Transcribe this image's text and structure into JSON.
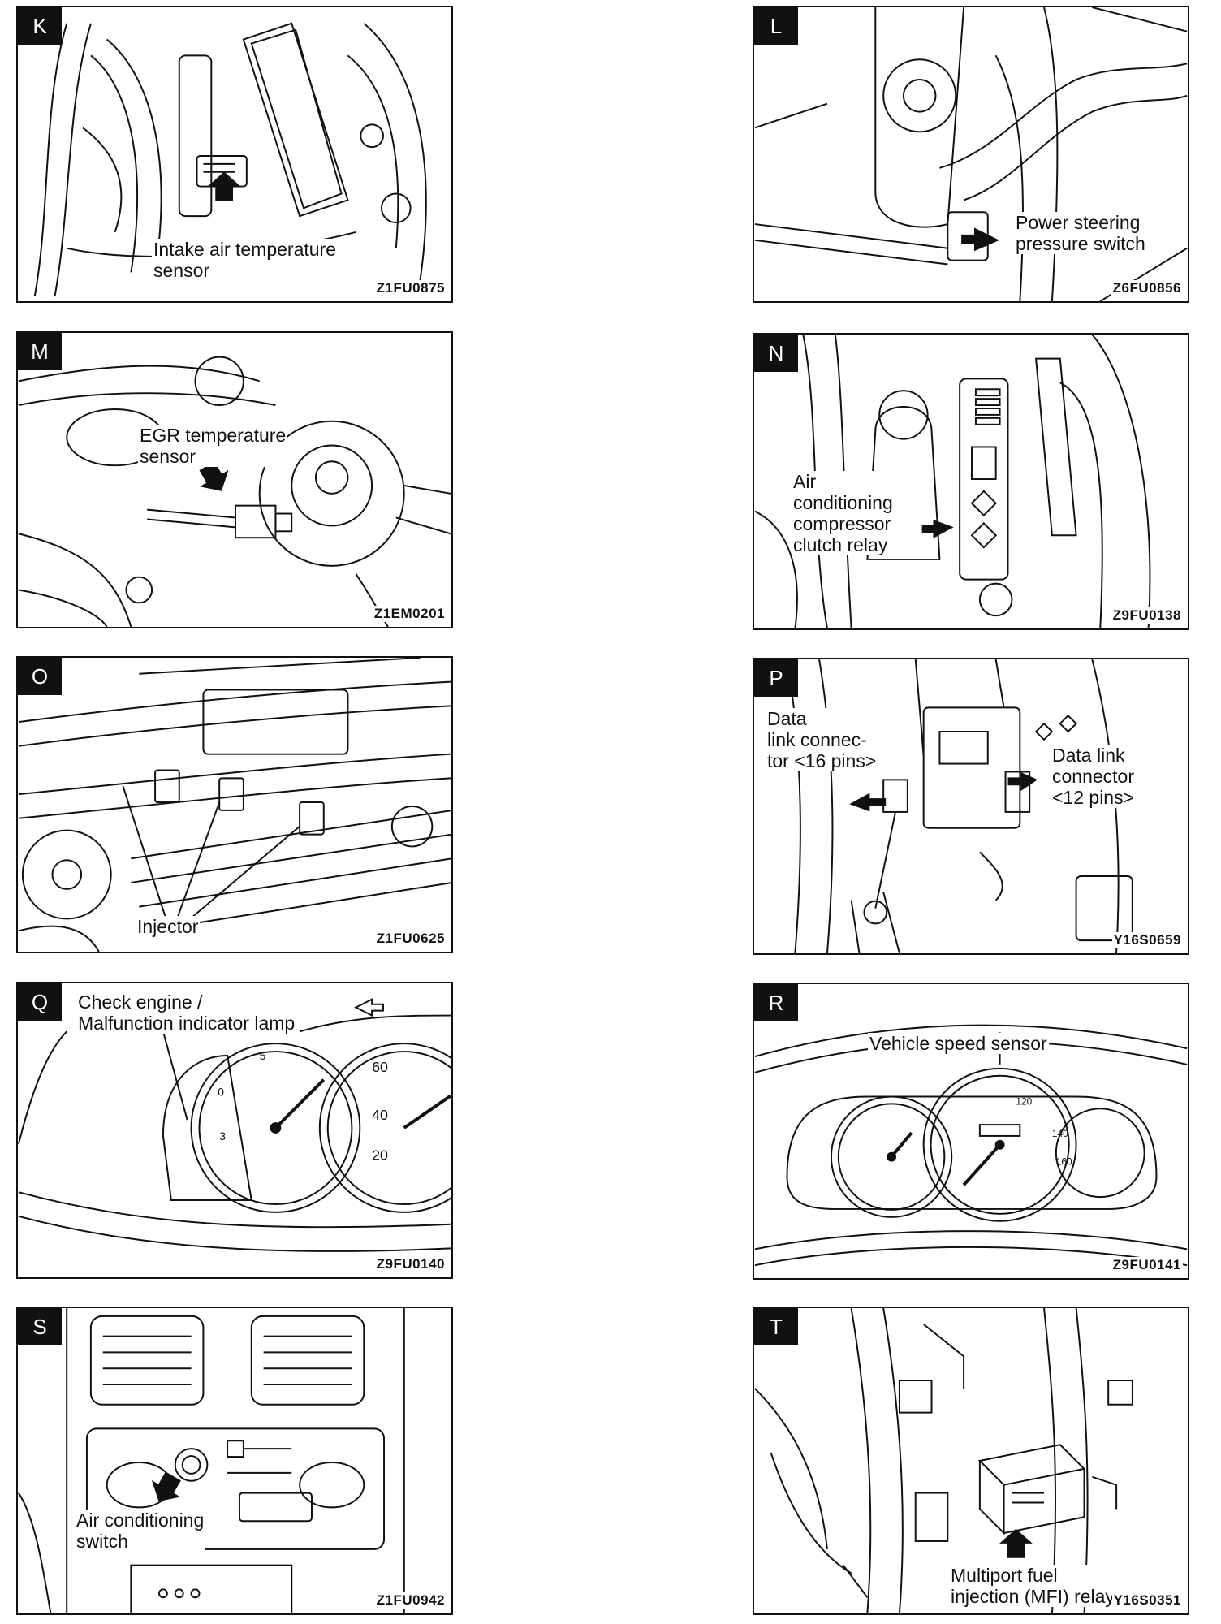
{
  "panels": [
    {
      "letter": "K",
      "code": "Z1FU0875",
      "label": [
        "Intake air temperature",
        "sensor"
      ]
    },
    {
      "letter": "L",
      "code": "Z6FU0856",
      "label": [
        "Power  steering",
        "pressure switch"
      ]
    },
    {
      "letter": "M",
      "code": "Z1EM0201",
      "label": [
        "EGR temperature",
        "sensor"
      ]
    },
    {
      "letter": "N",
      "code": "Z9FU0138",
      "label": [
        "Air",
        "conditioning",
        "compressor",
        "clutch relay"
      ]
    },
    {
      "letter": "O",
      "code": "Z1FU0625",
      "label": [
        "Injector"
      ]
    },
    {
      "letter": "P",
      "code": "Y16S0659",
      "label_left": [
        "Data",
        "link  connec-",
        "tor <16 pins>"
      ],
      "label_right": [
        "Data link",
        "connector",
        "<12 pins>"
      ]
    },
    {
      "letter": "Q",
      "code": "Z9FU0140",
      "label": [
        "Check engine /",
        "Malfunction indicator lamp"
      ]
    },
    {
      "letter": "R",
      "code": "Z9FU0141",
      "label": [
        "Vehicle speed sensor"
      ]
    },
    {
      "letter": "S",
      "code": "Z1FU0942",
      "label": [
        "Air conditioning",
        "switch"
      ]
    },
    {
      "letter": "T",
      "code": "Y16S0351",
      "label": [
        "Multiport fuel",
        "injection (MFI) relay"
      ]
    }
  ]
}
